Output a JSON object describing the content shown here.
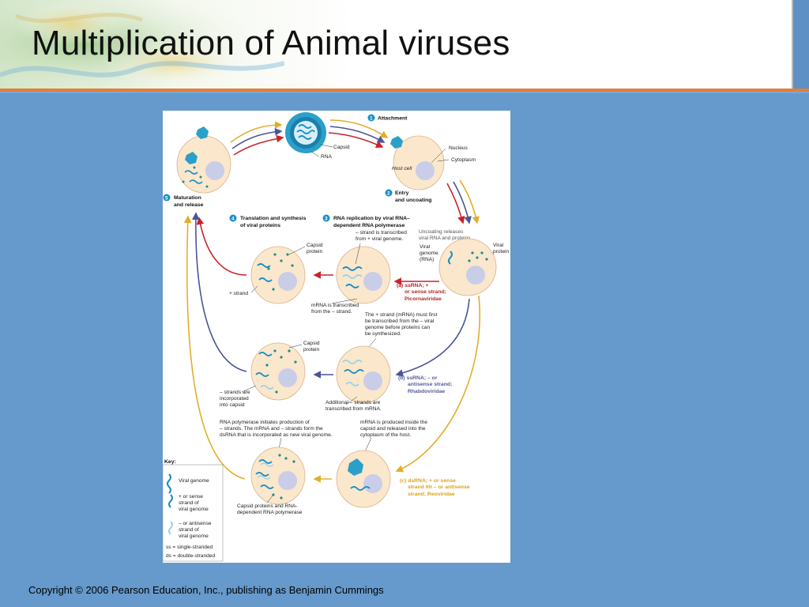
{
  "slide": {
    "title": "Multiplication of Animal viruses",
    "footer": "Copyright © 2006 Pearson Education, Inc., publishing as Benjamin Cummings"
  },
  "colors": {
    "background": "#6699cc",
    "accent_rule": "#e0803a",
    "cell_fill": "#fbe7cc",
    "nucleus_fill": "#c9cde8",
    "capsid_blue": "#2aa0c8",
    "plus_strand": "#1a8fc4",
    "minus_strand": "#9fd3ea",
    "arrow_red": "#c8232c",
    "arrow_navy": "#4b5596",
    "arrow_gold": "#e3ad2b"
  },
  "figure": {
    "steps": [
      {
        "number": "1",
        "label": "Attachment"
      },
      {
        "number": "2",
        "label_line1": "Entry",
        "label_line2": "and uncoating"
      },
      {
        "number": "3",
        "label_line1": "RNA replication by viral RNA–",
        "label_line2": "dependent RNA polymerase"
      },
      {
        "number": "4",
        "label_line1": "Translation and synthesis",
        "label_line2": "of viral proteins"
      },
      {
        "number": "5",
        "label_line1": "Maturation",
        "label_line2": "and release"
      }
    ],
    "virion_labels": {
      "capsid": "Capsid",
      "rna": "RNA"
    },
    "host_labels": {
      "nucleus": "Nucleus",
      "cytoplasm": "Cytoplasm",
      "host_cell": "Host cell"
    },
    "uncoating": {
      "line1": "Uncoating releases",
      "line2": "viral RNA and proteins.",
      "viral_genome_1": "Viral",
      "viral_genome_2": "genome",
      "viral_genome_3": "(RNA)",
      "viral_protein_1": "Viral",
      "viral_protein_2": "protein"
    },
    "path_a": {
      "label1": "(a) ssRNA; +",
      "label2": "or sense strand;",
      "label3": "Picornaviridae",
      "minus_note1": "– strand is transcribed",
      "minus_note2": "from + viral genome.",
      "mrna_note1": "mRNA is transcribed",
      "mrna_note2": "from the – strand.",
      "capsid_protein1": "Capsid",
      "capsid_protein2": "protein",
      "plus_strand": "+ strand"
    },
    "path_b": {
      "label1": "(b) ssRNA; – or",
      "label2": "antisense strand;",
      "label3": "Rhabdoviridae",
      "note1": "The + strand (mRNA) must first",
      "note2": "be transcribed from the – viral",
      "note3": "genome before proteins can",
      "note4": "be synthesized.",
      "capsid_protein1": "Capsid",
      "capsid_protein2": "protein",
      "incorp1": "– strands are",
      "incorp2": "incorporated",
      "incorp3": "into capsid",
      "additional1": "Additional – strands are",
      "additional2": "transcribed from mRNA."
    },
    "path_c": {
      "label1": "(c) dsRNA; + or sense",
      "label2": "strand  ith – or antisense",
      "label3": "strand; Reoviridae",
      "poly1": "RNA polymerase initiates production of",
      "poly2": "– strands. The mRNA and – strands form the",
      "poly3": "dsRNA that is incorporated as new viral genome.",
      "mrna1": "mRNA is produced inside the",
      "mrna2": "capsid and released into the",
      "mrna3": "cytoplasm of the host.",
      "cap1": "Capsid proteins and RNA-",
      "cap2": "dependent RNA polymerase"
    },
    "key": {
      "title": "Key:",
      "viral_genome": "Viral genome",
      "plus1": "+ or sense",
      "plus2": "strand of",
      "plus3": "viral genome",
      "minus1": "– or antisense",
      "minus2": "strand of",
      "minus3": "viral genome",
      "ss": "ss = single-stranded",
      "ds": "ds = double-stranded"
    }
  }
}
